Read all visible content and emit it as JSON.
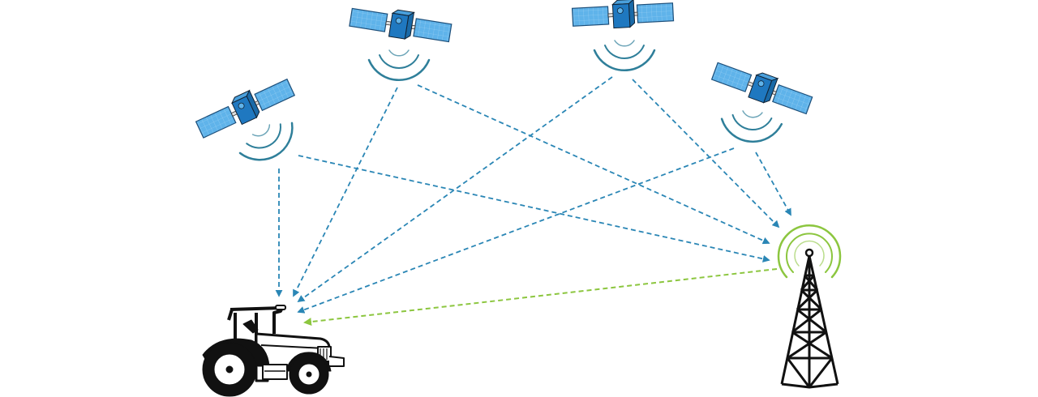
{
  "diagram": {
    "colors": {
      "satellite_link": "#2a86b5",
      "tower_link": "#8cc63f",
      "panel": "#5fb3ea",
      "satellite_body": "#1f78c0",
      "signal_arc_satellite": "#2f7f9a",
      "signal_arc_tower": "#8cc63f",
      "ground_objects": "#111111"
    },
    "nodes": [
      {
        "id": "satellite-1",
        "icon": "satellite-icon"
      },
      {
        "id": "satellite-2",
        "icon": "satellite-icon"
      },
      {
        "id": "satellite-3",
        "icon": "satellite-icon"
      },
      {
        "id": "satellite-4",
        "icon": "satellite-icon"
      },
      {
        "id": "tractor",
        "icon": "tractor-icon"
      },
      {
        "id": "base-station-tower",
        "icon": "radio-tower-icon"
      }
    ],
    "links": [
      {
        "from": "satellite-1",
        "to": "tractor"
      },
      {
        "from": "satellite-1",
        "to": "base-station-tower"
      },
      {
        "from": "satellite-2",
        "to": "tractor"
      },
      {
        "from": "satellite-2",
        "to": "base-station-tower"
      },
      {
        "from": "satellite-3",
        "to": "tractor"
      },
      {
        "from": "satellite-3",
        "to": "base-station-tower"
      },
      {
        "from": "satellite-4",
        "to": "tractor"
      },
      {
        "from": "satellite-4",
        "to": "base-station-tower"
      },
      {
        "from": "base-station-tower",
        "to": "tractor"
      }
    ]
  }
}
